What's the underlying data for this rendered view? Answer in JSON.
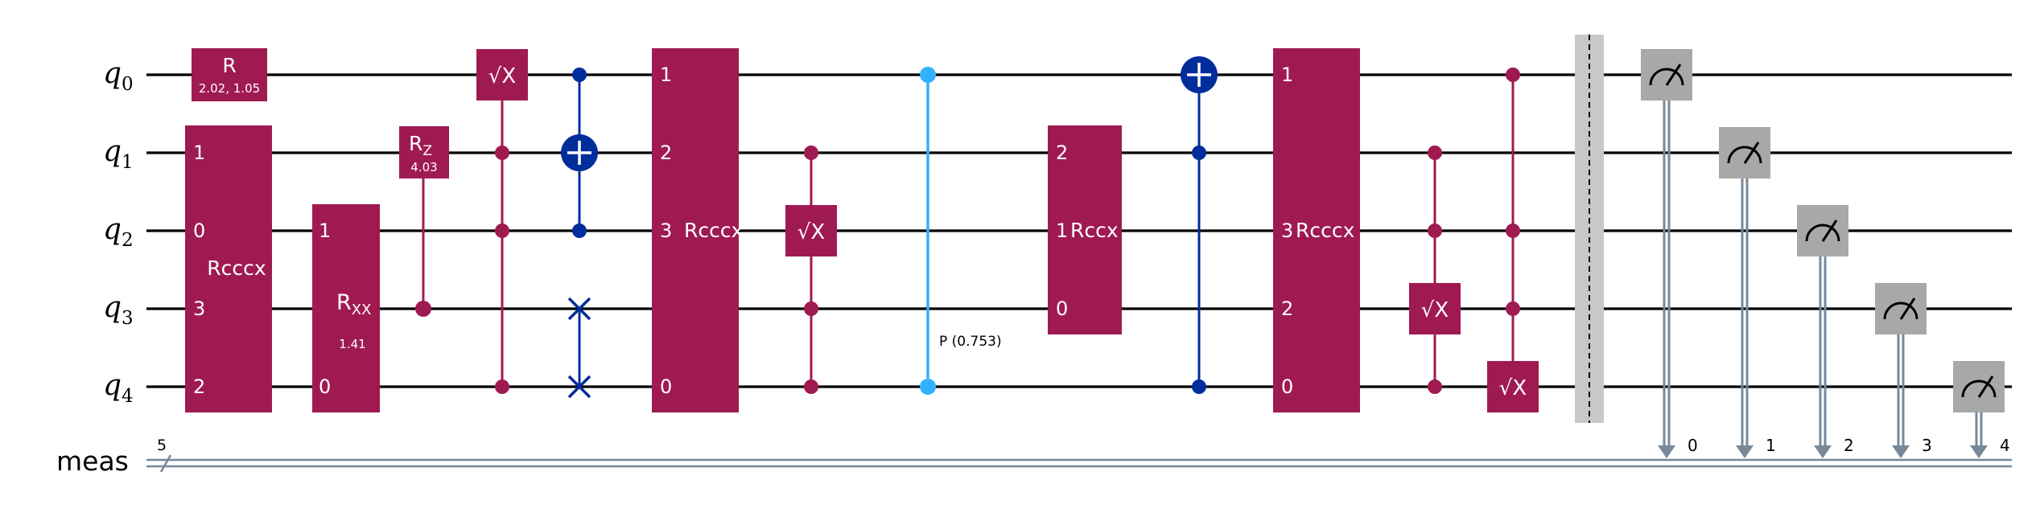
{
  "registers": {
    "qubits": [
      {
        "label": "q",
        "index": "0"
      },
      {
        "label": "q",
        "index": "1"
      },
      {
        "label": "q",
        "index": "2"
      },
      {
        "label": "q",
        "index": "3"
      },
      {
        "label": "q",
        "index": "4"
      }
    ],
    "classical": {
      "label": "meas",
      "width": "5"
    }
  },
  "gates": {
    "r": {
      "label": "R",
      "params": "2.02, 1.05"
    },
    "rcccx_a": {
      "name": "Rcccx",
      "pins": [
        "1",
        "0",
        "3",
        "2"
      ]
    },
    "rxx": {
      "label": "R",
      "sub": "XX",
      "params": "1.41",
      "pins": [
        "1",
        "0"
      ]
    },
    "rz": {
      "label": "R",
      "sub": "Z",
      "params": "4.03"
    },
    "csx_a": {
      "label": "√X"
    },
    "rcccx_b": {
      "name": "Rcccx",
      "pins": [
        "1",
        "2",
        "3",
        "0"
      ]
    },
    "csx_b": {
      "label": "√X"
    },
    "cp": {
      "label": "P (0.753)"
    },
    "rccx": {
      "name": "Rccx",
      "pins": [
        "2",
        "1",
        "0"
      ]
    },
    "rcccx_c": {
      "name": "Rcccx",
      "pins": [
        "1",
        "3",
        "2",
        "0"
      ]
    },
    "csx_c": {
      "label": "√X"
    },
    "csx_d": {
      "label": "√X"
    }
  },
  "measure_bits": [
    "0",
    "1",
    "2",
    "3",
    "4"
  ],
  "colors": {
    "gate": "#A01A52",
    "cx": "#002D9C",
    "cphase": "#33B1FF",
    "measure": "#A8A8A8",
    "barrier": "#C8C8C8",
    "classical_wire": "#778899"
  }
}
